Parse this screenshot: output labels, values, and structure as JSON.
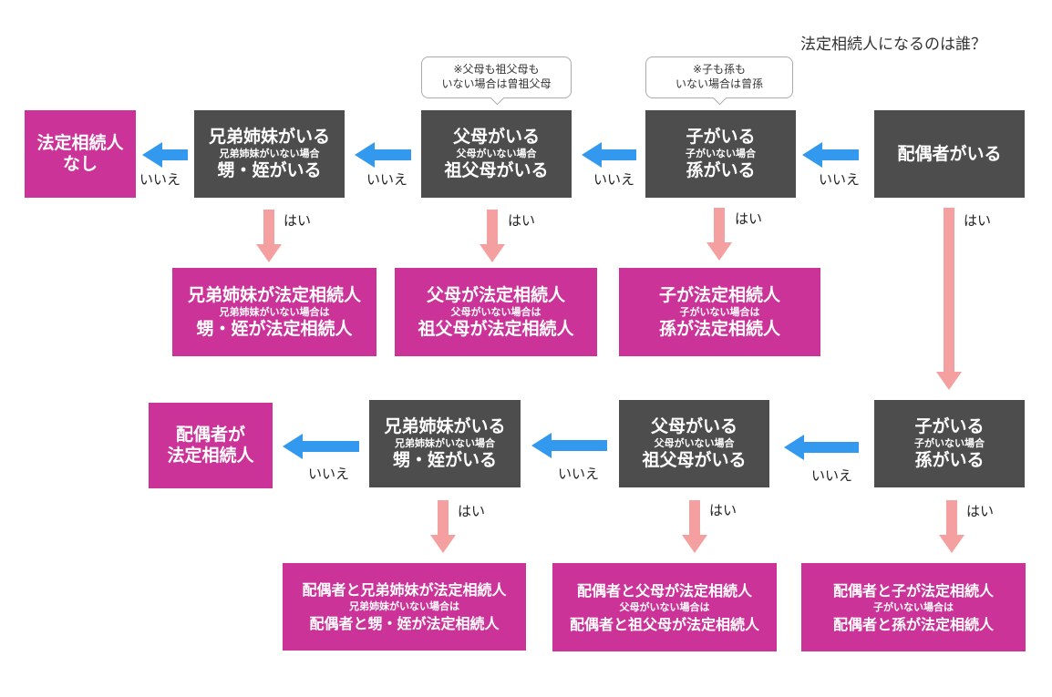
{
  "title": "法定相続人になるのは誰？",
  "labels": {
    "yes": "はい",
    "no": "いいえ"
  },
  "colors": {
    "question": "#4d4d4d",
    "result": "#cc3399",
    "no_arrow": "#3399ee",
    "yes_arrow": "#f4a0a0"
  },
  "notes": {
    "grandparents": [
      "※父母も祖父母も",
      "いない場合は曾祖父母"
    ],
    "grandchildren": [
      "※子も孫も",
      "いない場合は曾孫"
    ]
  },
  "top_row": {
    "spouse": "配偶者がいる",
    "child": {
      "main": "子がいる",
      "sub": "子がいない場合",
      "alt": "孫がいる"
    },
    "parent": {
      "main": "父母がいる",
      "sub": "父母がいない場合",
      "alt": "祖父母がいる"
    },
    "sibling": {
      "main": "兄弟姉妹がいる",
      "sub": "兄弟姉妹がいない場合",
      "alt": "甥・姪がいる"
    },
    "none": [
      "法定相続人",
      "なし"
    ]
  },
  "top_results": {
    "sibling": {
      "main": "兄弟姉妹が法定相続人",
      "sub": "兄弟姉妹がいない場合は",
      "alt": "甥・姪が法定相続人"
    },
    "parent": {
      "main": "父母が法定相続人",
      "sub": "父母がいない場合は",
      "alt": "祖父母が法定相続人"
    },
    "child": {
      "main": "子が法定相続人",
      "sub": "子がいない場合は",
      "alt": "孫が法定相続人"
    }
  },
  "bottom_row": {
    "child": {
      "main": "子がいる",
      "sub": "子がいない場合",
      "alt": "孫がいる"
    },
    "parent": {
      "main": "父母がいる",
      "sub": "父母がいない場合",
      "alt": "祖父母がいる"
    },
    "sibling": {
      "main": "兄弟姉妹がいる",
      "sub": "兄弟姉妹がいない場合",
      "alt": "甥・姪がいる"
    },
    "spouse_only": [
      "配偶者が",
      "法定相続人"
    ]
  },
  "bottom_results": {
    "sibling": {
      "main": "配偶者と兄弟姉妹が法定相続人",
      "sub": "兄弟姉妹がいない場合は",
      "alt": "配偶者と甥・姪が法定相続人"
    },
    "parent": {
      "main": "配偶者と父母が法定相続人",
      "sub": "父母がいない場合は",
      "alt": "配偶者と祖父母が法定相続人"
    },
    "child": {
      "main": "配偶者と子が法定相続人",
      "sub": "子がいない場合は",
      "alt": "配偶者と孫が法定相続人"
    }
  }
}
